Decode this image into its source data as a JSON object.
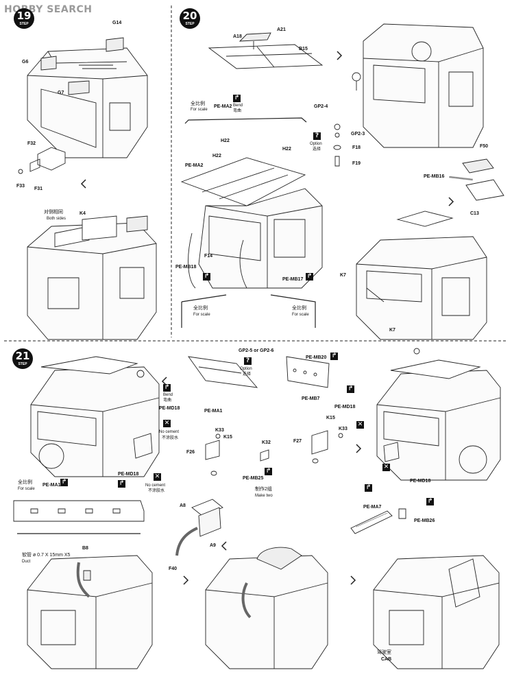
{
  "watermark": "HOBBY SEARCH",
  "steps": {
    "step19": {
      "number": "19",
      "word": "STEP"
    },
    "step20": {
      "number": "20",
      "word": "STEP"
    },
    "step21": {
      "number": "21",
      "word": "STEP"
    }
  },
  "step19_parts": {
    "g14": "G14",
    "g6": "G6",
    "g7": "G7",
    "f32": "F32",
    "f33": "F33",
    "f31": "F31",
    "both_sides_cn": "对侧相同",
    "both_sides_en": "Both sides",
    "k4": "K4"
  },
  "step20_parts": {
    "a21": "A21",
    "a18": "A18",
    "b15": "B15",
    "full_scale_cn": "全比例",
    "full_scale_en": "For scale",
    "pe_ma2_top": "PE-MA2",
    "bend_en": "Bend",
    "bend_cn": "弯曲",
    "gp2_4": "GP2-4",
    "gp2_3": "GP2-3",
    "f18": "F18",
    "f19": "F19",
    "option_en": "Option",
    "option_cn": "选择",
    "h22_a": "H22",
    "h22_b": "H22",
    "h22_c": "H22",
    "pe_ma2": "PE-MA2",
    "f14": "F14",
    "pe_mb18": "PE-MB18",
    "pe_mb17": "PE-MB17",
    "f50": "F50",
    "pe_mb16": "PE-MB16",
    "c13": "C13",
    "k7_a": "K7",
    "k7_b": "K7",
    "full_scale_cn_2": "全比例",
    "full_scale_en_2": "For scale",
    "full_scale_cn_3": "全比例",
    "full_scale_en_3": "For scale"
  },
  "step21_parts": {
    "pe_ma1": "PE-MA1",
    "gp2_5_or_6": "GP2-5 or GP2-6",
    "option_en": "Option",
    "option_cn": "选择",
    "pe_mb20": "PE-MB20",
    "pe_mb7": "PE-MB7",
    "bend_en": "Bend",
    "bend_cn": "弯曲",
    "pe_md18_a": "PE-MD18",
    "pe_md18_b": "PE-MD18",
    "pe_md18_c": "PE-MD18",
    "pe_md18_d": "PE-MD18",
    "no_cement_en": "No cement",
    "no_cement_cn": "不涂胶水",
    "k33_a": "K33",
    "k15_a": "K15",
    "f26": "F26",
    "k32": "K32",
    "pe_mb25": "PE-MB25",
    "make_two_cn": "制作2组",
    "make_two_en": "Make two",
    "k15_b": "K15",
    "f27": "F27",
    "k33_b": "K33",
    "full_scale_cn": "全比例",
    "full_scale_en": "For scale",
    "pe_ma1_scale": "PE-MA1",
    "pe_ma7": "PE-MA7",
    "pe_mb26": "PE-MB26",
    "a8": "A8",
    "a9": "A9",
    "f40": "F40",
    "duct_cn": "软管 ø 0.7 X 15mm X5",
    "duct_en": "Duct",
    "b8": "B8",
    "cab_cn": "驾驶室",
    "cab_en": "CAB"
  },
  "icons": [
    "bend-icon",
    "option-icon",
    "no-cement-icon",
    "arrow-icon"
  ]
}
